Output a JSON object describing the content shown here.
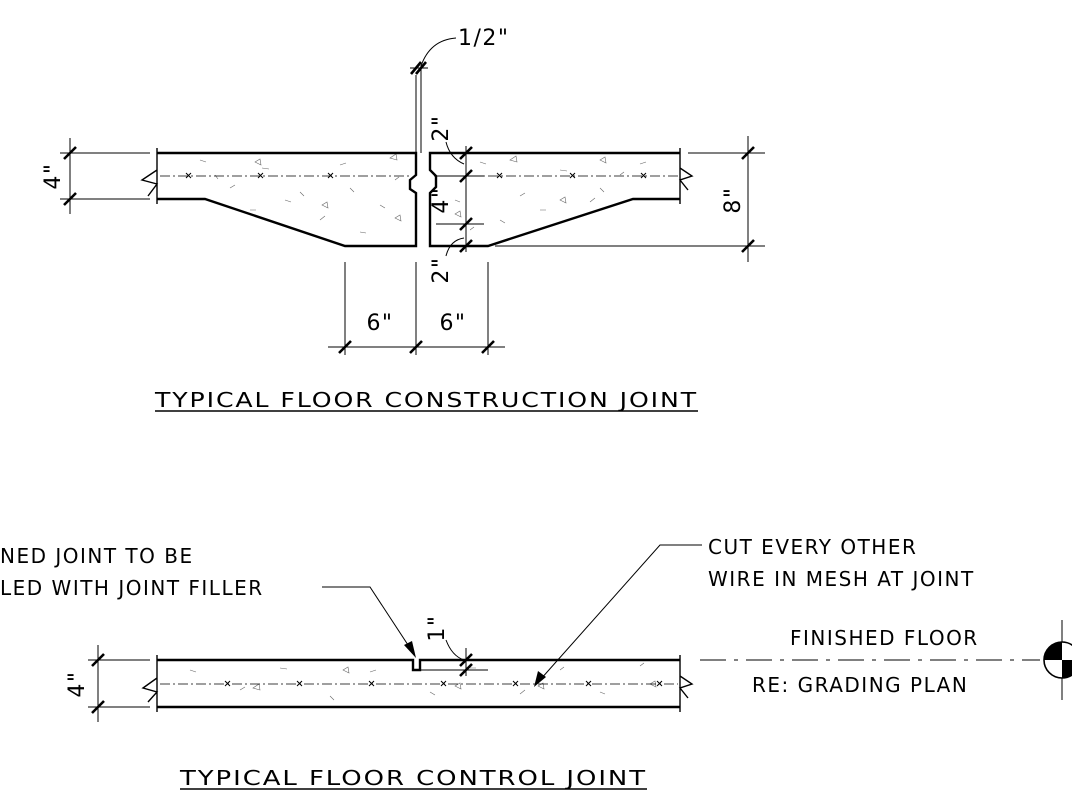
{
  "construction_joint": {
    "title": "TYPICAL FLOOR CONSTRUCTION JOINT",
    "dims": {
      "gap": "1/2\"",
      "slab_left": "4\"",
      "top_offset": "2\"",
      "key_height": "4\"",
      "bottom_offset": "2\"",
      "thickened": "8\"",
      "width_left": "6\"",
      "width_right": "6\""
    }
  },
  "control_joint": {
    "title": "TYPICAL FLOOR CONTROL JOINT",
    "dims": {
      "slab": "4\"",
      "cut_depth": "1\""
    },
    "notes": {
      "joint_line1": "NED JOINT TO BE",
      "joint_line2": "LED WITH JOINT FILLER",
      "mesh_line1": "CUT EVERY OTHER",
      "mesh_line2": "WIRE IN MESH AT JOINT"
    },
    "elevation": {
      "line1": "FINISHED FLOOR",
      "line2": "RE: GRADING PLAN"
    }
  }
}
